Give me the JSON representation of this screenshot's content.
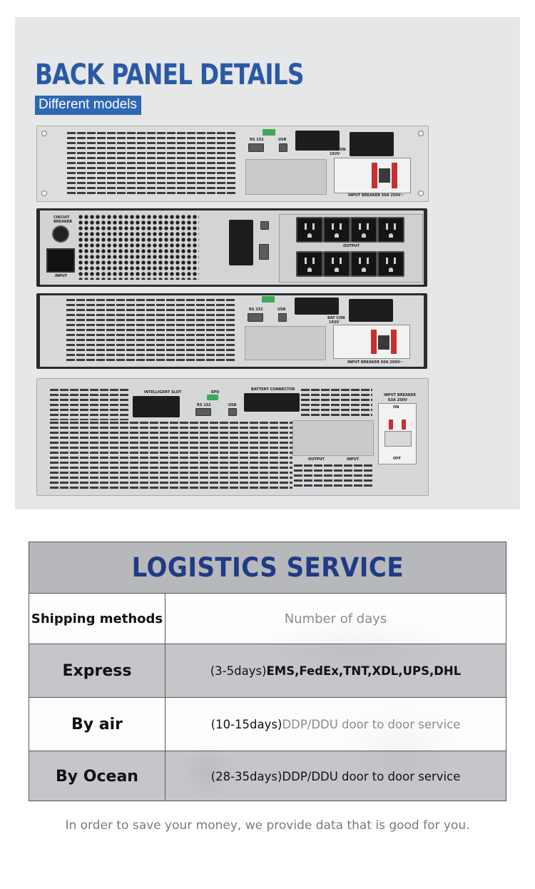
{
  "back_panel": {
    "title": "BACK PANEL DETAILS",
    "subtitle": "Different models",
    "labels": {
      "rs232": "RS 232",
      "usb": "USB",
      "bat_con": "BAT CON",
      "bat_voltage": "192V",
      "intelligent_slot": "INTELLIGENT SLOT",
      "input_breaker": "INPUT BREAKER 50A 250V~",
      "input_breaker_short": "INPUT BREAKER",
      "input_breaker_rating": "63A 250V",
      "circuit_breaker": "CIRCUIT BREAKER",
      "input": "INPUT",
      "output": "OUTPUT",
      "on": "ON",
      "off": "OFF",
      "epo": "EPO",
      "battery_connector": "BATTERY CONNECTOR",
      "output_box": "OUTPUT",
      "input_box": "INPUT"
    }
  },
  "logistics": {
    "title": "LOGISTICS SERVICE",
    "header_row": {
      "method": "Shipping methods",
      "days": "Number of days"
    },
    "rows": [
      {
        "method": "Express",
        "days_prefix": "(3-5days)",
        "days_rest": "EMS,FedEx,TNT,XDL,UPS,DHL"
      },
      {
        "method": "By air",
        "days_prefix": "(10-15days)",
        "days_rest": "DDP/DDU door to door service"
      },
      {
        "method": "By Ocean",
        "days_prefix": "(28-35days)",
        "days_rest": "DDP/DDU door to door service"
      }
    ]
  },
  "footer_note": "In order to save your money, we provide data that is good for you."
}
